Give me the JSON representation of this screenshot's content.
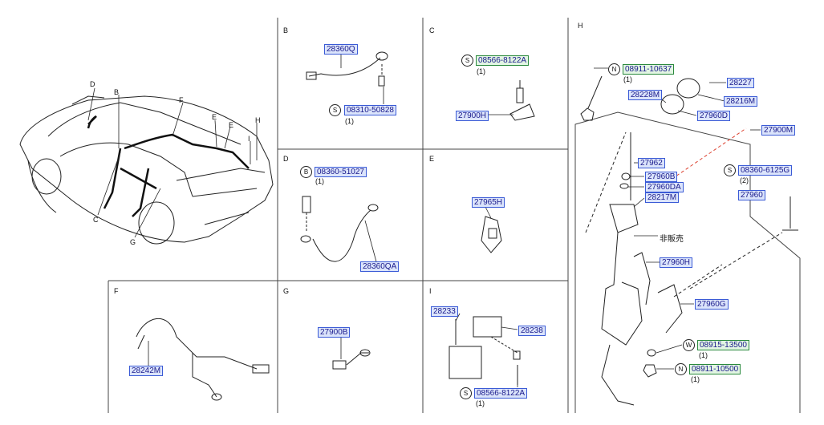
{
  "sections": {
    "B": "B",
    "C": "C",
    "D": "D",
    "E": "E",
    "F": "F",
    "G": "G",
    "H": "H",
    "I": "I"
  },
  "overview": {
    "labels": [
      "D",
      "B",
      "F",
      "E",
      "E",
      "H",
      "I",
      "C",
      "G"
    ]
  },
  "parts": {
    "p28360Q": "28360Q",
    "p08310_50828": "08310-50828",
    "q08310": "(1)",
    "p08566_8122A_c": "08566-8122A",
    "q08566_c": "(1)",
    "p27900H": "27900H",
    "p08360_51027": "08360-51027",
    "q08360_5": "(1)",
    "p28360QA": "28360QA",
    "p27965H": "27965H",
    "p28242M": "28242M",
    "p27900B": "27900B",
    "p28233": "28233",
    "p28238": "28238",
    "p08566_8122A_i": "08566-8122A",
    "q08566_i": "(1)",
    "p08911_10637": "08911-10637",
    "q08911_1": "(1)",
    "p28227": "28227",
    "p28228M": "28228M",
    "p28216M": "28216M",
    "p27960D": "27960D",
    "p27900M": "27900M",
    "p27962": "27962",
    "p27960B": "27960B",
    "p27960DA": "27960DA",
    "p28217M": "28217M",
    "p08360_6125G": "08360-6125G",
    "q08360_6": "(2)",
    "p27960": "27960",
    "not_for_sale": "非販売",
    "p27960H": "27960H",
    "p27960G": "27960G",
    "p08915_13500": "08915-13500",
    "q08915": "(1)",
    "p08911_10500": "08911-10500",
    "q08911_2": "(1)"
  },
  "symbols": {
    "S": "S",
    "B": "B",
    "N": "N",
    "W": "W"
  }
}
